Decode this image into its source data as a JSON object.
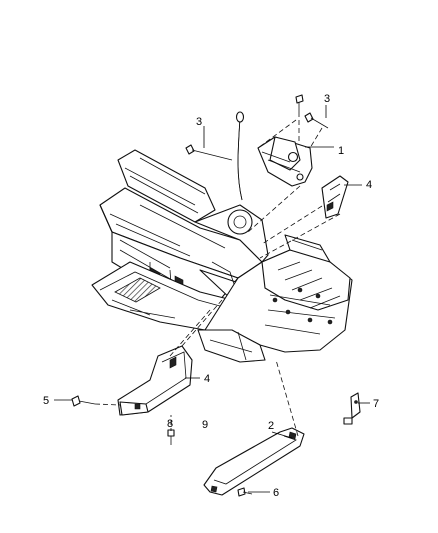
{
  "callouts": {
    "c1": "1",
    "c2": "2",
    "c3a": "3",
    "c3b": "3",
    "c4a": "4",
    "c4b": "4",
    "c5": "5",
    "c6": "6",
    "c7": "7",
    "c8": "8",
    "c9": "9"
  },
  "parts": [
    {
      "name": "engine-block-icon"
    },
    {
      "name": "transmission-housing-icon"
    },
    {
      "name": "dipstick-tube-icon"
    },
    {
      "name": "upper-mount-bracket-icon"
    },
    {
      "name": "mount-bracket-icon"
    },
    {
      "name": "lower-mount-bracket-icon"
    },
    {
      "name": "crossmember-bracket-icon"
    },
    {
      "name": "small-bracket-icon"
    },
    {
      "name": "bolt-icon"
    }
  ]
}
